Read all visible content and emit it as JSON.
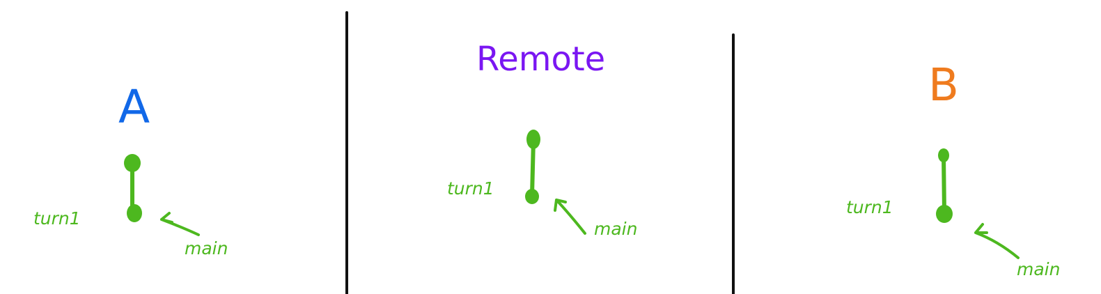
{
  "colors": {
    "background": "#ffffff",
    "divider": "#111111",
    "graph": "#4db81f",
    "title_a": "#1168e8",
    "title_remote": "#7a16f2",
    "title_b": "#ef7b1e"
  },
  "panels": [
    {
      "title": "A",
      "commit_label": "turn1",
      "branch_label": "main",
      "arrow_icon": "arrow-icon"
    },
    {
      "title": "Remote",
      "commit_label": "turn1",
      "branch_label": "main",
      "arrow_icon": "arrow-icon"
    },
    {
      "title": "B",
      "commit_label": "turn1",
      "branch_label": "main",
      "arrow_icon": "arrow-icon"
    }
  ]
}
